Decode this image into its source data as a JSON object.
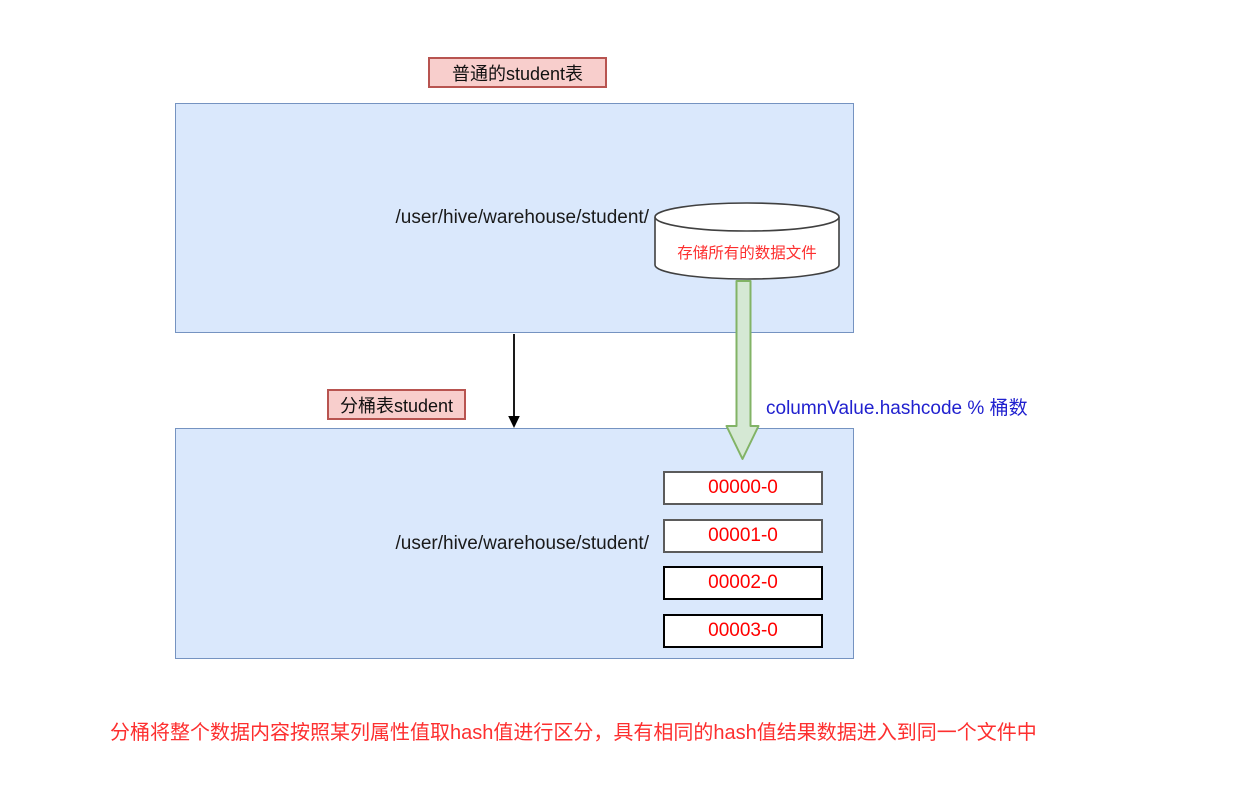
{
  "diagram_title_labels": {
    "normal_table": "普通的student表",
    "bucket_table": "分桶表student"
  },
  "normal_table": {
    "path": "/user/hive/warehouse/student/",
    "cylinder_label": "存储所有的数据文件"
  },
  "formula": "columnValue.hashcode % 桶数",
  "bucket_table": {
    "path": "/user/hive/warehouse/student/",
    "files": [
      "00000-0",
      "00001-0",
      "00002-0",
      "00003-0"
    ]
  },
  "footnote": "分桶将整个数据内容按照某列属性值取hash值进行区分，具有相同的hash值结果数据进入到同一个文件中",
  "colors": {
    "box_fill": "#dae8fc",
    "box_stroke": "#7593c1",
    "label_fill": "#f8cecc",
    "label_stroke": "#b85450",
    "arrow_green_fill": "#d5e8d4",
    "arrow_green_stroke": "#82b366",
    "red_text": "#fd2f2f",
    "file_text": "#ff0000",
    "formula_text": "#2121cf"
  },
  "icons": {
    "cylinder": "database-cylinder",
    "black_arrow": "down-arrow",
    "green_arrow": "fat-down-arrow"
  }
}
